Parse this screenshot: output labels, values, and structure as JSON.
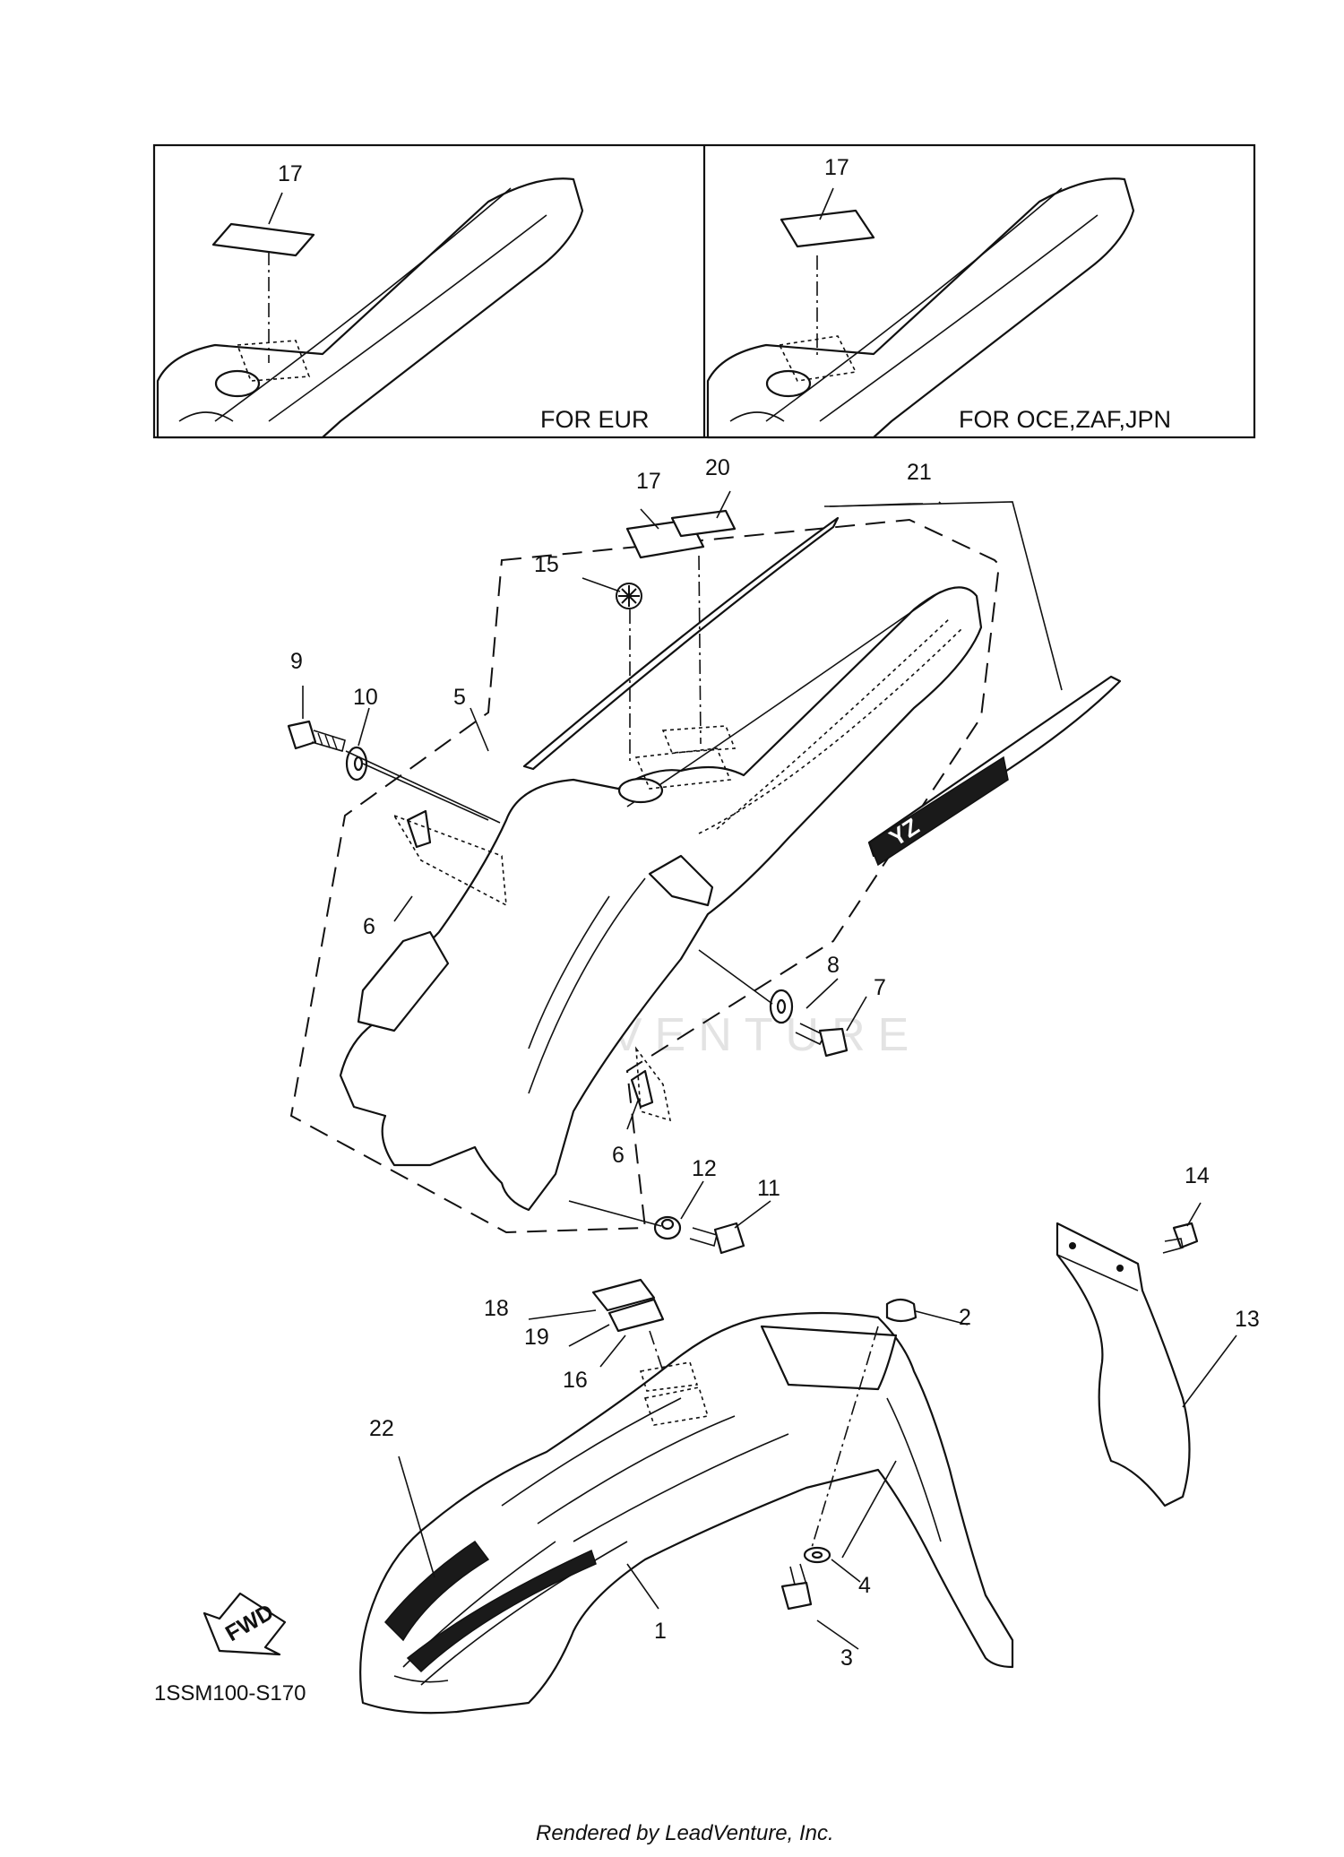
{
  "insets": [
    {
      "label": "FOR EUR",
      "callout": "17"
    },
    {
      "label": "FOR OCE,ZAF,JPN",
      "callout": "17"
    }
  ],
  "callouts": {
    "c1": "1",
    "c2": "2",
    "c3": "3",
    "c4": "4",
    "c5": "5",
    "c6a": "6",
    "c6b": "6",
    "c7": "7",
    "c8": "8",
    "c9": "9",
    "c10": "10",
    "c11": "11",
    "c12": "12",
    "c13": "13",
    "c14": "14",
    "c15": "15",
    "c16": "16",
    "c17": "17",
    "c18": "18",
    "c19": "19",
    "c20": "20",
    "c21": "21",
    "c22": "22"
  },
  "fwd_label": "FWD",
  "diagram_code": "1SSM100-S170",
  "watermark": "LEADVENTURE",
  "footer": "Rendered by LeadVenture, Inc."
}
